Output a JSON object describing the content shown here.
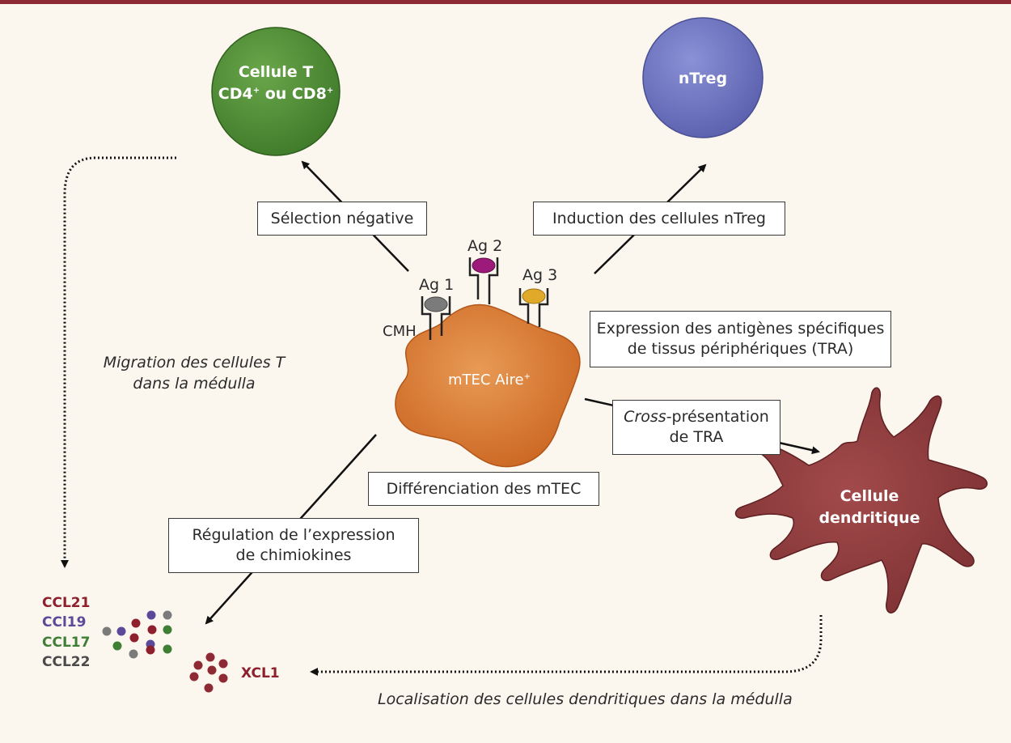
{
  "colors": {
    "topbar": "#8e2a34",
    "t_cell": "#4f8a34",
    "ntreg": "#6b72c0",
    "mtec": "#d9772f",
    "dendritic": "#8e3b3c",
    "ccl21": "#8e1f2c",
    "ccl19": "#5b4a9a",
    "ccl17": "#3e7f35",
    "ccl22": "#4a4a4a",
    "xcl1": "#8e1f2c"
  },
  "cells": {
    "t_cell_line1": "Cellule T",
    "t_cell_line2_a": "CD4",
    "t_cell_line2_sup_a": "+",
    "t_cell_line2_mid": " ou CD8",
    "t_cell_line2_sup_b": "+",
    "ntreg": "nTreg",
    "mtec_main": "mTEC Aire",
    "mtec_sup": "+",
    "dendritic_line1": "Cellule",
    "dendritic_line2": "dendritique"
  },
  "antigens": {
    "ag1": "Ag 1",
    "ag2": "Ag 2",
    "ag3": "Ag 3",
    "cmh": "CMH"
  },
  "boxes": {
    "negative_selection": "Sélection négative",
    "ntreg_induction": "Induction des cellules nTreg",
    "tra_expression_line1": "Expression des antigènes spécifiques",
    "tra_expression_line2": "de tissus périphériques (TRA)",
    "cross_italic": "Cross",
    "cross_rest": "-présentation",
    "cross_line2": "de TRA",
    "mtec_differentiation": "Différenciation des mTEC",
    "chemokine_line1": "Régulation de l’expression",
    "chemokine_line2": "de chimiokines"
  },
  "annotations": {
    "migration_line1": "Migration des cellules T",
    "migration_line2": "dans la médulla",
    "dc_localisation": "Localisation des cellules dendritiques dans la médulla"
  },
  "chemokines": {
    "ccl21": "CCL21",
    "ccl19": "CCl19",
    "ccl17": "CCL17",
    "ccl22": "CCL22",
    "xcl1": "XCL1"
  }
}
